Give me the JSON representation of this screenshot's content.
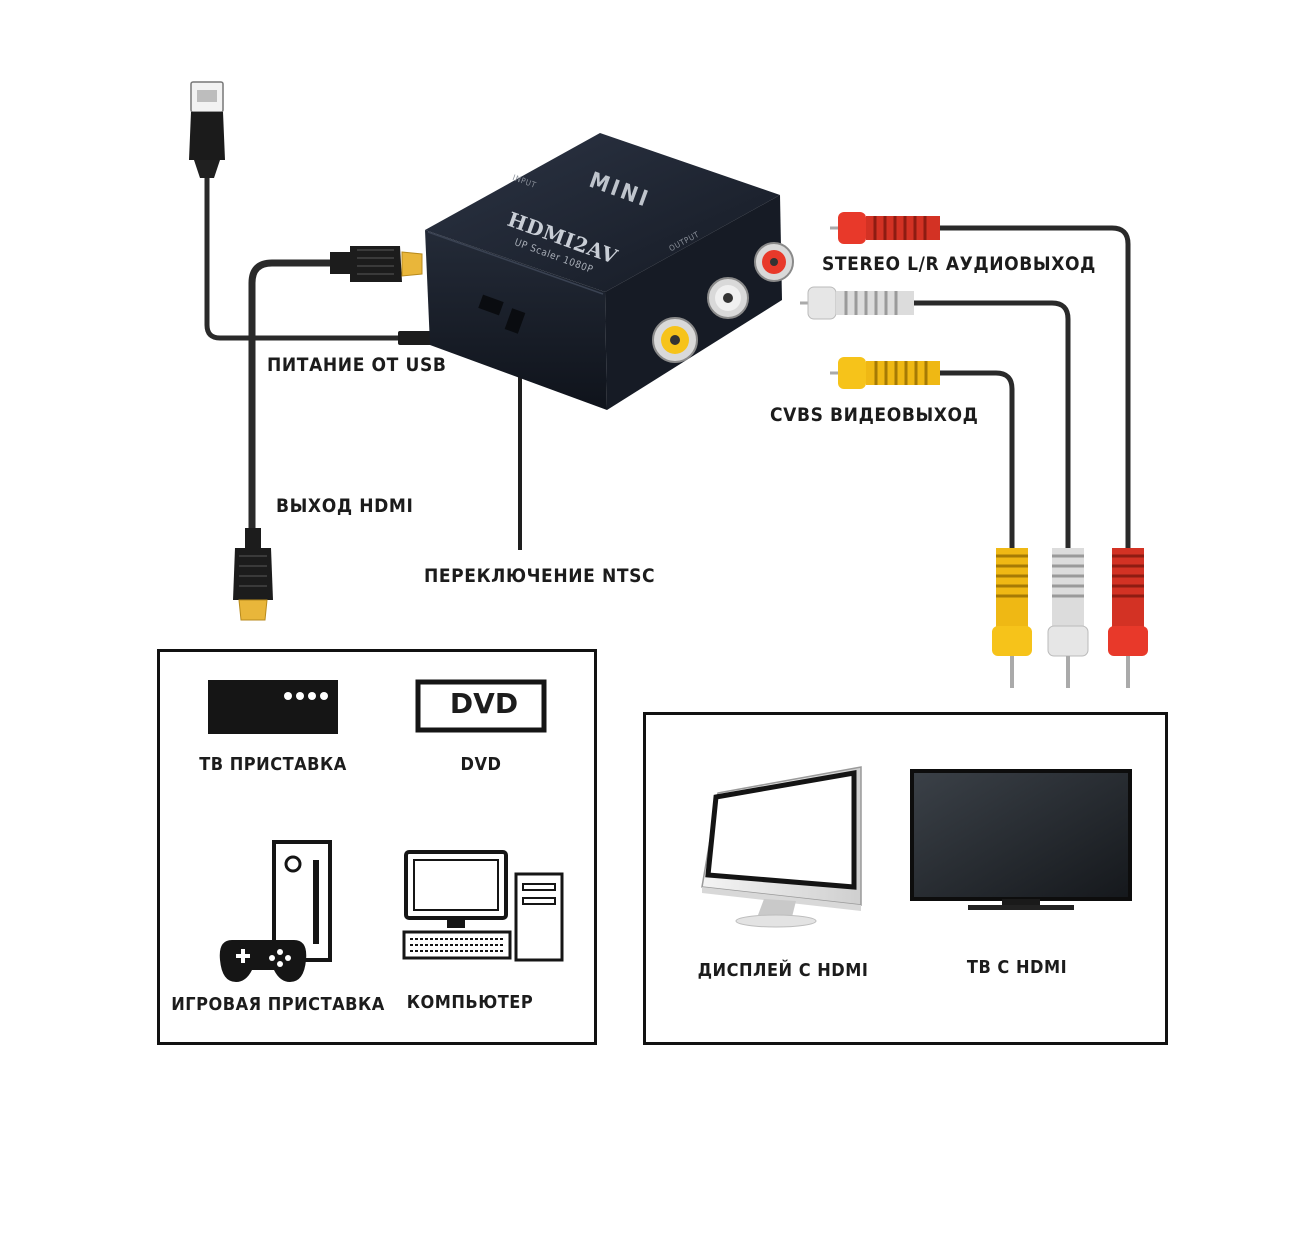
{
  "converter": {
    "brand": "MINI",
    "model": "HDMI2AV",
    "subtitle": "UP Scaler 1080P",
    "output_label": "OUTPUT",
    "input_label": "INPUT"
  },
  "callouts": {
    "usb_power": "ПИТАНИЕ ОТ USB",
    "hdmi_out": "ВЫХОД HDMI",
    "ntsc_switch": "ПЕРЕКЛЮЧЕНИЕ NTSC",
    "audio_out": "STEREO L/R АУДИОВЫХОД",
    "video_out": "CVBS ВИДЕОВЫХОД"
  },
  "sources_panel": {
    "items": [
      {
        "label": "ТВ ПРИСТАВКА",
        "icon": "tv-box-icon"
      },
      {
        "label": "DVD",
        "icon": "dvd-icon",
        "badge": "DVD"
      },
      {
        "label": "ИГРОВАЯ ПРИСТАВКА",
        "icon": "game-console-icon"
      },
      {
        "label": "КОМПЬЮТЕР",
        "icon": "computer-icon"
      }
    ]
  },
  "displays_panel": {
    "items": [
      {
        "label": "ДИСПЛЕЙ С HDMI",
        "icon": "monitor-icon"
      },
      {
        "label": "ТВ С HDMI",
        "icon": "tv-icon"
      }
    ]
  },
  "colors": {
    "rca_red": "#e8392a",
    "rca_white": "#e6e6e6",
    "rca_yellow": "#f6c31a",
    "box": "#1e2430",
    "gold": "#e9b63a"
  }
}
